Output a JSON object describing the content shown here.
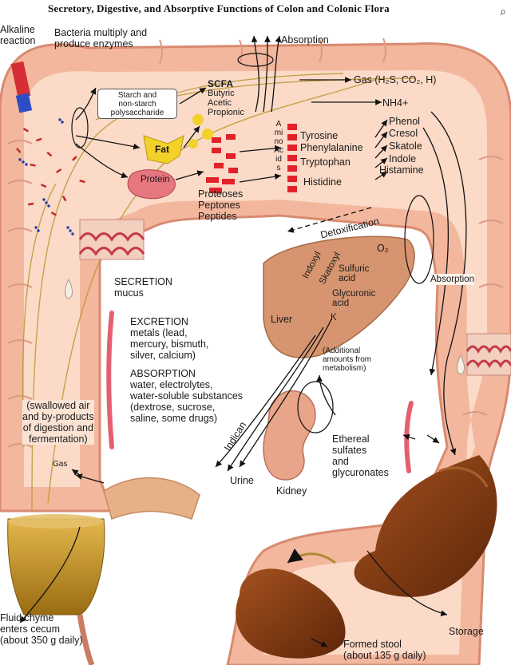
{
  "title": "Secretory, Digestive, and Absorptive Functions of Colon and Colonic Flora",
  "corner_icon": "magnifier-icon",
  "labels": {
    "alkaline": "Alkaline\nreaction",
    "bacteria": "Bacteria multiply and\nproduce enzymes",
    "absorption_top": "Absorption",
    "starch": "Starch and\nnon-starch\npolysaccharide",
    "scfa_title": "SCFA",
    "scfa_items": "Butyric\nAcetic\nPropionic",
    "gas": "Gas (H₂S, CO₂, H)",
    "nh4": "NH4+",
    "fat": "Fat",
    "protein": "Protein",
    "amino_acids": "Amino Acids",
    "tyrosine": "Tyrosine",
    "phenylalanine": "Phenylalanine",
    "tryptophan": "Tryptophan",
    "histidine": "Histidine",
    "phenol": "Phenol",
    "cresol": "Cresol",
    "skatole": "Skatole",
    "indole": "Indole",
    "histamine": "Histamine",
    "proteoses": "Proteoses\nPeptones\nPeptides",
    "detox": "Detoxification",
    "indoxyl": "Indoxyl",
    "skatoxyl": "Skatoxyl",
    "o2": "O₂",
    "sulfuric": "Sulfuric\nacid",
    "glycuronic": "Glycuronic\nacid",
    "k": "K",
    "liver": "Liver",
    "absorption_right": "Absorption",
    "additional": "(Additional\namounts from\nmetabolism)",
    "secretion_title": "SECRETION",
    "secretion_sub": "mucus",
    "excretion_title": "EXCRETION",
    "excretion_sub": "metals (lead,\nmercury, bismuth,\nsilver, calcium)",
    "absorption_mid_title": "ABSORPTION",
    "absorption_mid_sub": "water, electrolytes,\nwater-soluble substances\n(dextrose, sucrose,\nsaline, some drugs)",
    "swallowed": "(swallowed air\nand by-products\nof digestion and\nfermentation)",
    "gas_small": "Gas",
    "indican": "Indican",
    "urine": "Urine",
    "kidney": "Kidney",
    "ethereal": "Ethereal\nsulfates\nand\nglycuronates",
    "storage": "Storage",
    "fluid": "Fluid chyme\nenters cecum\n(about 350 g daily)",
    "formed": "Formed stool\n(about 135 g daily)"
  },
  "colors": {
    "colon_wall": "#f2b49a",
    "colon_inner": "#fbe1d2",
    "colon_edge": "#d98a70",
    "nerve_line": "#b99a35",
    "liver": "#d69570",
    "kidney": "#e9a58a",
    "stool": "#7a3412",
    "chyme": "#c89a2a",
    "red_block": "#e2222a",
    "fat_yellow": "#f2d12a",
    "arrow": "#111111"
  }
}
